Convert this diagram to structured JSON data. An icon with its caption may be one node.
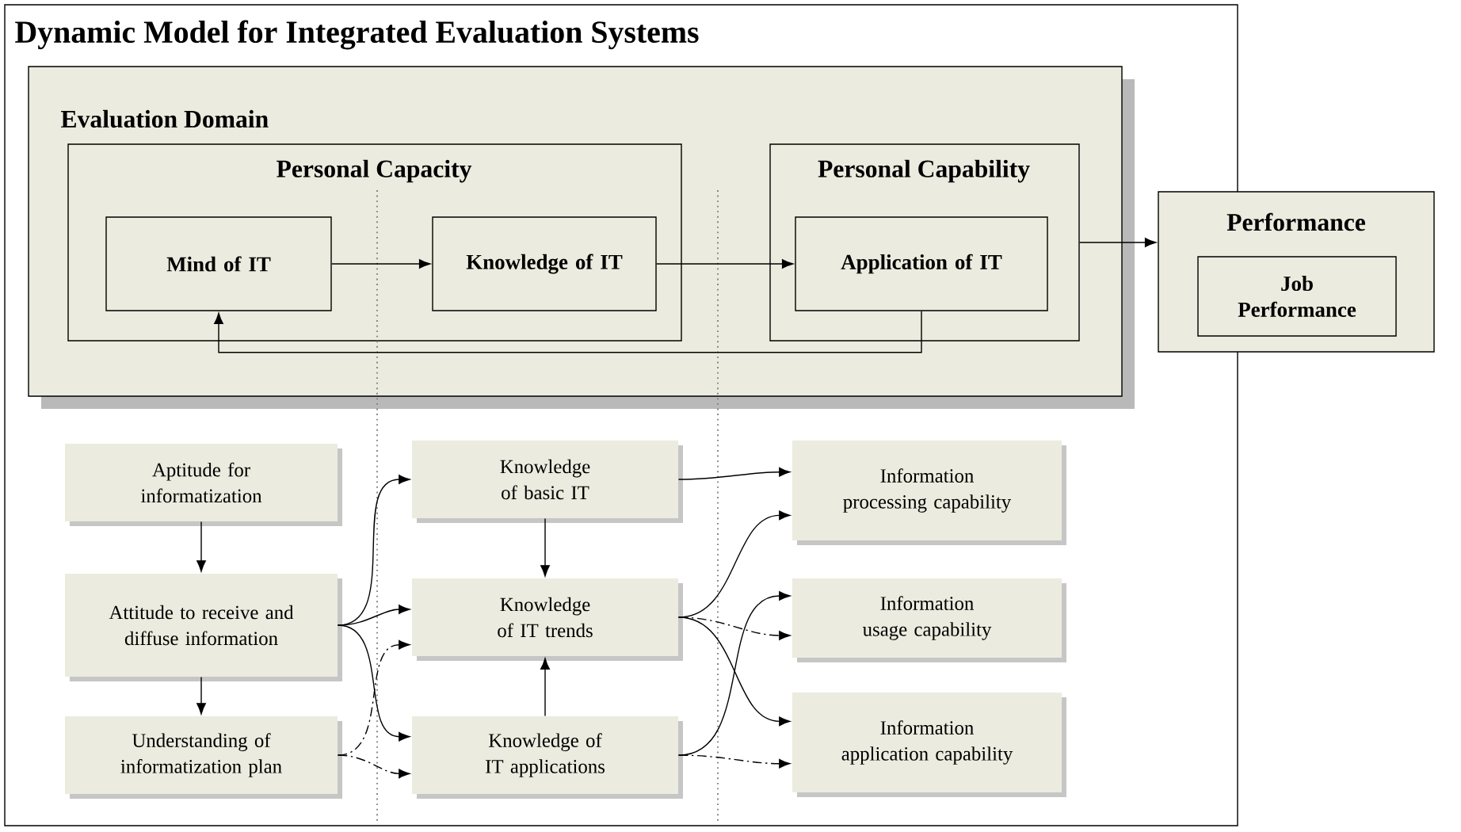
{
  "diagram": {
    "title": "Dynamic Model for Integrated Evaluation Systems",
    "nodes": [
      {
        "text": [
          "Evaluation Domain"
        ]
      },
      {
        "text": [
          "Personal Capacity"
        ],
        "in": 0
      },
      {
        "text": [
          "Mind of IT"
        ],
        "in": 1
      },
      {
        "text": [
          "Knowledge of IT"
        ],
        "in": 1
      },
      {
        "text": [
          "Personal Capability"
        ],
        "in": 0
      },
      {
        "text": [
          "Application of IT"
        ],
        "in": 4
      },
      {
        "text": [
          "Performance"
        ]
      },
      {
        "text": [
          "Job Performance"
        ],
        "in": 6
      },
      {
        "text": [
          "Aptitude for informatization"
        ]
      },
      {
        "text": [
          "Attitude to receive and diffuse information"
        ]
      },
      {
        "text": [
          "Understanding of informatization plan"
        ]
      },
      {
        "text": [
          "Knowledge of basic IT"
        ]
      },
      {
        "text": [
          "Knowledge of IT trends"
        ]
      },
      {
        "text": [
          "Knowledge of IT applications"
        ]
      },
      {
        "text": [
          "Information processing capability"
        ]
      },
      {
        "text": [
          "Information usage capability"
        ]
      },
      {
        "text": [
          "Information application capability"
        ]
      }
    ],
    "edges": [
      {
        "from": 2,
        "to": 3,
        "arrow": "to"
      },
      {
        "from": 3,
        "to": 5,
        "arrow": "to"
      },
      {
        "from": 5,
        "to": 2,
        "arrow": "to"
      },
      {
        "from": 4,
        "to": 6,
        "arrow": "to"
      },
      {
        "from": 8,
        "to": 9,
        "arrow": "to"
      },
      {
        "from": 9,
        "to": 10,
        "arrow": "to"
      },
      {
        "from": 9,
        "to": 11,
        "arrow": "to"
      },
      {
        "from": 9,
        "to": 12,
        "arrow": "to"
      },
      {
        "from": 9,
        "to": 13,
        "arrow": "to"
      },
      {
        "from": 10,
        "to": 12,
        "arrow": "to",
        "style": "dashed"
      },
      {
        "from": 10,
        "to": 13,
        "arrow": "to",
        "style": "dashed"
      },
      {
        "from": 11,
        "to": 12,
        "arrow": "to"
      },
      {
        "from": 13,
        "to": 12,
        "arrow": "to"
      },
      {
        "from": 11,
        "to": 14,
        "arrow": "to"
      },
      {
        "from": 12,
        "to": 14,
        "arrow": "to"
      },
      {
        "from": 12,
        "to": 15,
        "arrow": "to",
        "style": "dashed"
      },
      {
        "from": 12,
        "to": 16,
        "arrow": "to"
      },
      {
        "from": 13,
        "to": 15,
        "arrow": "to"
      },
      {
        "from": 13,
        "to": 16,
        "arrow": "to",
        "style": "dashed"
      }
    ]
  }
}
